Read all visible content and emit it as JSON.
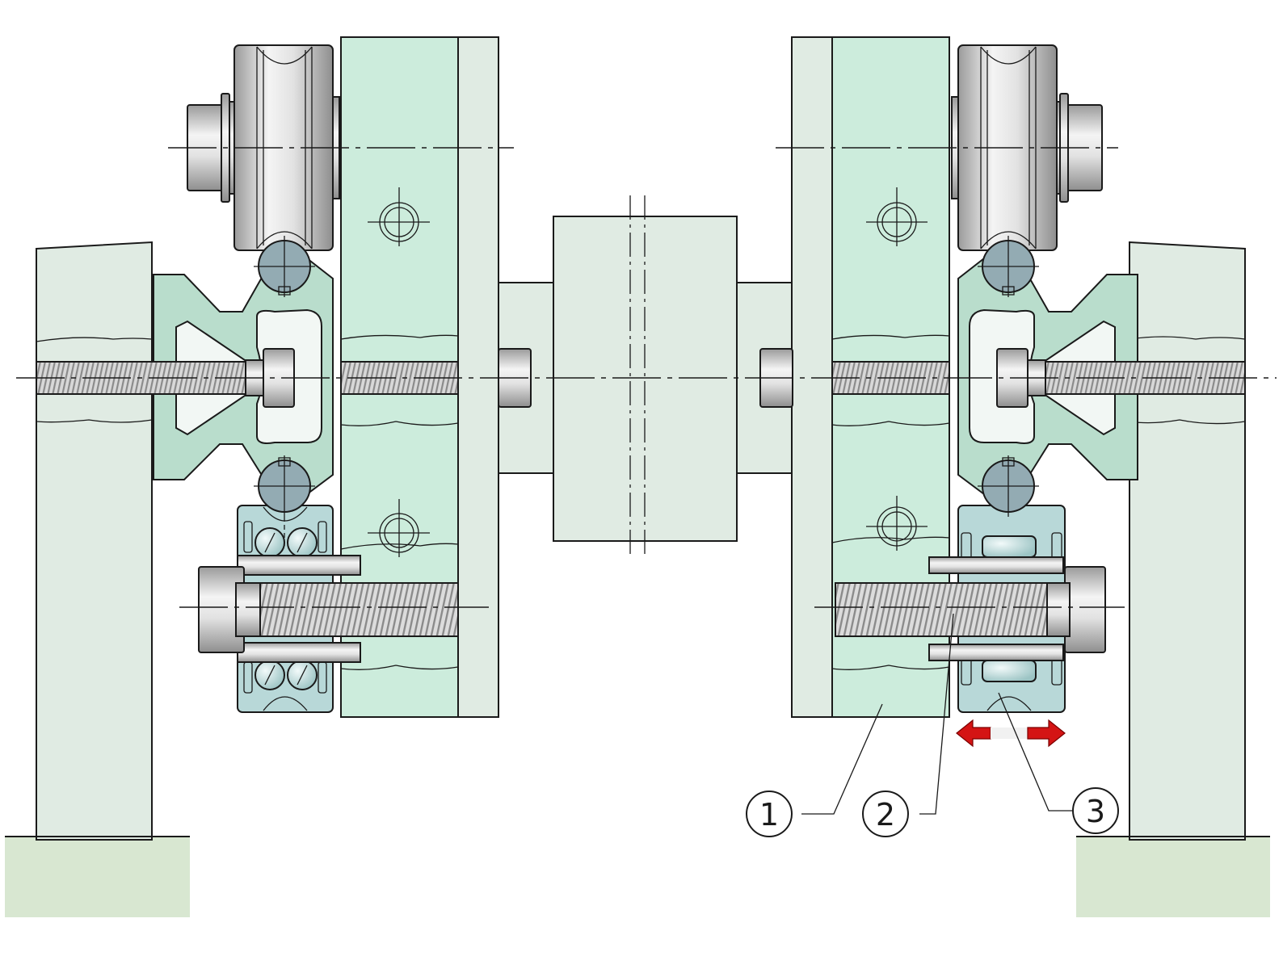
{
  "colors": {
    "frame": "#e0ebe3",
    "frame_band": "#d9ead2",
    "base": "#d8e7d1",
    "carriage": "#ccecdc",
    "carriage_dark": "#bfe0cf",
    "guide_profile": "#b9ddcc",
    "bearing_housing": "#b8d8d8",
    "steel": "#d4d4d4",
    "ball": "#93abb3",
    "arrow": "#d41414"
  },
  "callouts": [
    {
      "id": "1",
      "label": "1"
    },
    {
      "id": "2",
      "label": "2"
    },
    {
      "id": "3",
      "label": "3"
    }
  ],
  "motion_arrow": {
    "icon": "double-arrow-horizontal-icon"
  }
}
